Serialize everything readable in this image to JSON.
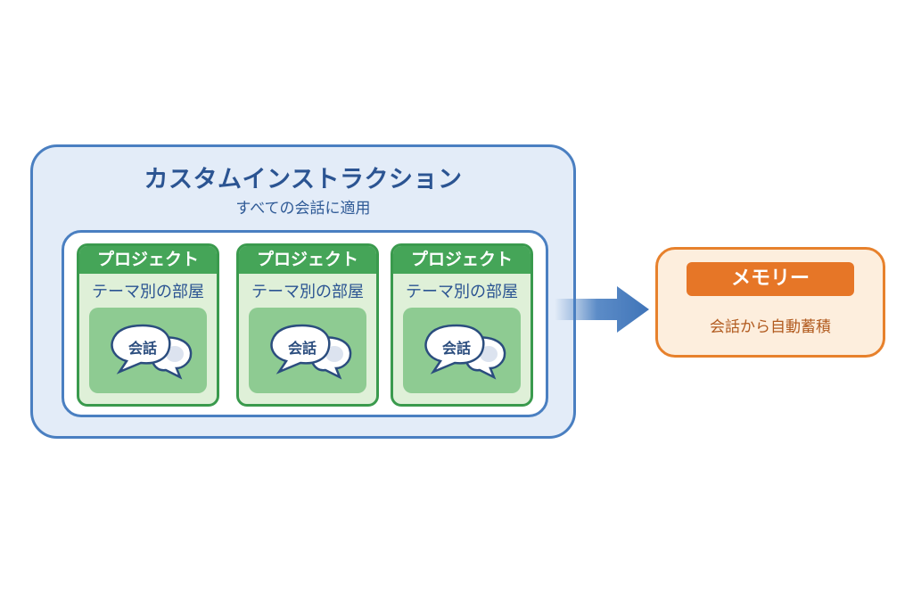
{
  "custom_instruction": {
    "title": "カスタムインストラクション",
    "subtitle": "すべての会話に適用",
    "projects": [
      {
        "header": "プロジェクト",
        "subtitle": "テーマ別の部屋",
        "chat_label": "会話"
      },
      {
        "header": "プロジェクト",
        "subtitle": "テーマ別の部屋",
        "chat_label": "会話"
      },
      {
        "header": "プロジェクト",
        "subtitle": "テーマ別の部屋",
        "chat_label": "会話"
      }
    ]
  },
  "memory": {
    "title": "メモリー",
    "subtitle": "会話から自動蓄積"
  },
  "colors": {
    "blue": "#4a7fc1",
    "green": "#45a558",
    "orange": "#e67627"
  }
}
